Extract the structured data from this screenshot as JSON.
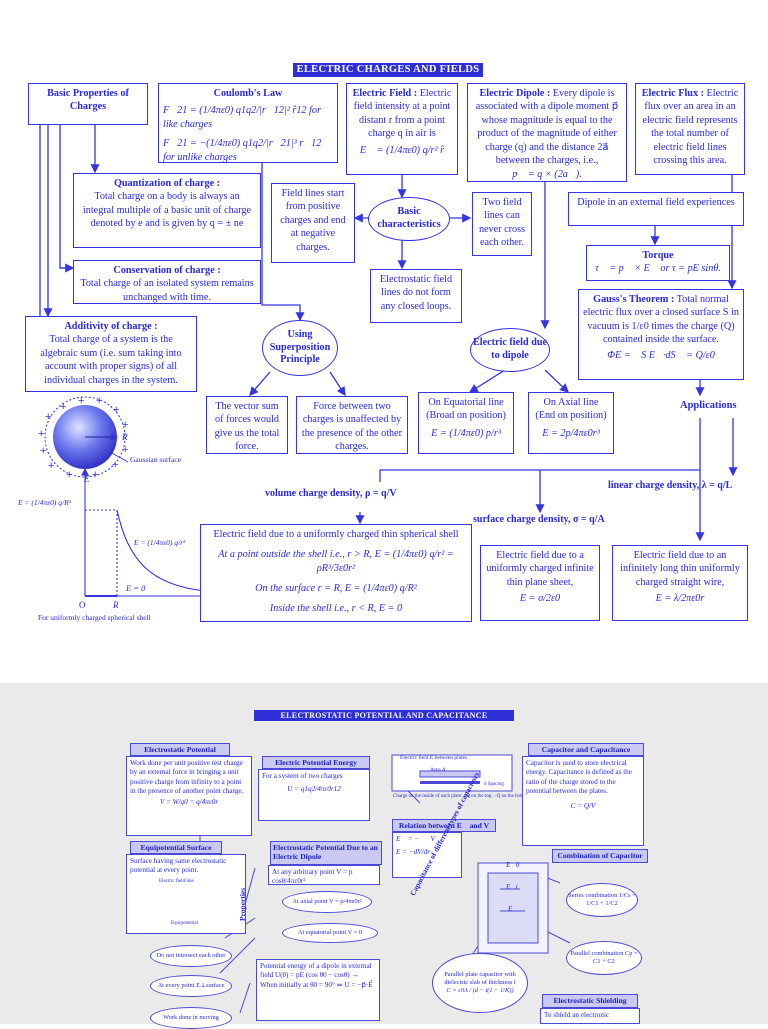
{
  "p1": {
    "banner": "ELECTRIC CHARGES AND FIELDS",
    "basic_props": "Basic Properties of Charges",
    "coulomb_title": "Coulomb's Law",
    "coulomb_like": "F⃗21 = (1/4πε0) q1q2/|r⃗12|² r̂12 for like charges",
    "coulomb_unlike": "F⃗21 = −(1/4πε0) q1q2/|r⃗21|³ r⃗12 for unlike charges",
    "ef_title": "Electric Field :",
    "ef_text": "Electric field intensity at a point distant r from a point charge q in air is",
    "ef_formula": "E⃗ = (1/4πε0) q/r² r̂",
    "dipole_title": "Electric Dipole :",
    "dipole_text": "Every dipole is associated with a dipole moment p⃗ whose magnitude is equal to the product of the magnitude of either charge (q) and the distance 2a⃗ between the charges, i.e.,",
    "dipole_formula": "p⃗ = q × (2a⃗).",
    "flux_title": "Electric Flux :",
    "flux_text": "Electric flux over an area in an electric field represents the total number of electric field lines crossing this area.",
    "quant_title": "Quantization of charge :",
    "quant_text": "Total charge on a body is always an integral multiple of a basic unit of charge denoted by e and is given by q = ± ne",
    "field_lines_start": "Field lines start from positive charges and end at negative charges.",
    "basic_char": "Basic characteristics",
    "two_lines": "Two field lines can never cross each other.",
    "dipole_ext": "Dipole in an external field experiences",
    "torque_title": "Torque",
    "torque_formula": "τ⃗ = p⃗ × E⃗ or τ = pE sinθ.",
    "cons_title": "Conservation of charge :",
    "cons_text": "Total charge of an isolated system remains unchanged with time.",
    "closed_loops": "Electrostatic field lines do not form any closed loops.",
    "gauss_title": "Gauss's Theorem :",
    "gauss_text": "Total normal electric flux over a closed surface S in vacuum is 1/ε0 times the charge (Q) contained inside the surface.",
    "gauss_formula": "ΦE = ∮S E⃗·dS⃗ = Q/ε0",
    "add_title": "Additivity of charge :",
    "add_text": "Total charge of a system is the algebraic sum (i.e. sum taking into account with proper signs) of all individual charges in the system.",
    "superpos": "Using Superposition Principle",
    "ef_dipole": "Electric field due to dipole",
    "vector_sum": "The vector sum of forces would give us the total force.",
    "force_unaffected": "Force between two charges is unaffected by the presence of the other charges.",
    "equatorial": "On Equatorial line (Broad on position)",
    "eq_formula": "E = (1/4πε0) p/r³",
    "axial": "On Axial line (End on position)",
    "ax_formula": "E = 2p/4πε0r³",
    "applications": "Applications",
    "gauss_surface": "Gaussian surface",
    "vol_density": "volume charge density, ρ = q/V",
    "lin_density": "linear charge density, λ = q/L",
    "surf_density": "surface charge density, σ = q/A",
    "shell_title": "Electric field due to a uniformly charged thin spherical shell",
    "shell_outside": "At a point outside the shell i.e., r > R, E = (1/4πε0) q/r² = ρR³/3ε0r²",
    "shell_surface": "On the surface r = R, E = (1/4πε0) q/R²",
    "shell_inside": "Inside the shell i.e., r < R, E = 0",
    "plane_text": "Electric field due to a uniformly charged infinite thin plane sheet,",
    "plane_formula": "E = σ/2ε0",
    "wire_text": "Electric field due to an infinitely long thin uniformly charged straight wire,",
    "wire_formula": "E = λ/2πε0r",
    "graph_E1": "E = (1/4πε0) q/R²",
    "graph_E2": "E = (1/4πε0) q/r²",
    "graph_E0": "E = 0",
    "graph_O": "O",
    "graph_R": "R",
    "graph_Rs": "R",
    "graph_Ea": "E",
    "graph_caption": "For uniformly charged spherical shell"
  },
  "p2": {
    "banner": "ELECTROSTATIC POTENTIAL AND CAPACITANCE",
    "pot_title": "Electrostatic Potential",
    "pot_text": "Work done per unit positive test charge by an external force in bringing a unit positive charge from infinity to a point in the presence of another point charge.",
    "pot_formula": "V = W/q0 = q/4πε0r",
    "epe_title": "Electric Potential Energy",
    "epe_text": "For a system of two charges",
    "epe_formula": "U = q1q2/4πε0r12",
    "plates_caption": "Electric field E between plates",
    "area_label": "Area A",
    "spacing_label": "d Spacing",
    "charge_caption": "Charge on the inside of each plate: +Q on the top, −Q on the bottom",
    "cap_title": "Capacitor and Capacitance",
    "cap_text": "Capacitor is used to store electrical energy. Capacitance is defined as the ratio of the charge stored to the potential between the plates.",
    "cap_formula": "C = Q/V",
    "relation": "Relation between E⃗ and V",
    "rel_f1": "E⃗ = −∇⃗V",
    "rel_f2": "E = −dV/dr",
    "equi_title": "Equipotential Surface",
    "equi_text": "Surface having same electrostatic potential at every point.",
    "pdd_title": "Electrostatic Potential Due to an Electric Dipole",
    "pdd_arb": "At any arbitrary point V = p cosθ/4πε0r²",
    "pdd_axial": "At axial point V = p/4πε0r²",
    "pdd_eq": "At equatorial point V = 0",
    "diag_caption": "Capacitance of different types of capacitors",
    "comb_title": "Combination of Capacitor",
    "series": "Series combination 1/Cs = 1/C1 + 1/C2",
    "parallel": "Parallel combination Cp = C1 + C2",
    "properties": "Properties",
    "prop1": "Do not intersect each other",
    "prop2": "At every point E⊥surface",
    "prop3": "Work done in moving",
    "dipole_energy": "Potential energy of a dipole in external field U(θ) = pE (cos θ0 − cosθ) → When initially at θ0 = 90° ⇒ U = −p⃗·E⃗",
    "pp_text": "Parallel plate capacitor with dielectric slab of thickness t",
    "pp_formula": "C = ε0A / (d − t(1 − 1/K))",
    "shield_title": "Electrostatic Shielding",
    "shield_text": "To shield an electronic",
    "field_lbl": "Electric field line",
    "equi_lbl": "Equipotential",
    "e0": "E⃗0",
    "ei": "E⃗i",
    "e": "E⃗"
  }
}
